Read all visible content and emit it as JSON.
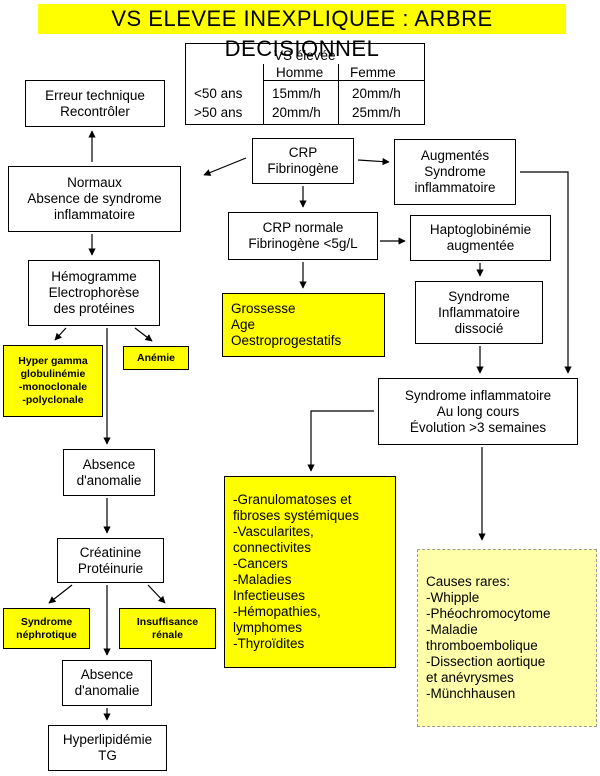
{
  "title": "VS ELEVEE INEXPLIQUEE  : ARBRE DECISIONNEL",
  "vs_table": {
    "heading": "VS élevée",
    "col_homme": "Homme",
    "col_femme": "Femme",
    "rows": [
      {
        "age": "<50 ans",
        "homme": "15mm/h",
        "femme": "20mm/h"
      },
      {
        "age": ">50 ans",
        "homme": "20mm/h",
        "femme": "25mm/h"
      }
    ]
  },
  "boxes": {
    "erreur": [
      "Erreur technique",
      "Recontrôler"
    ],
    "crp": [
      "CRP",
      "Fibrinogène"
    ],
    "augmentes": [
      "Augmentés",
      "Syndrome",
      "inflammatoire"
    ],
    "normaux": [
      "Normaux",
      "Absence de syndrome",
      "inflammatoire"
    ],
    "crp_normale": [
      "CRP normale",
      "Fibrinogène <5g/L"
    ],
    "haptoglobinemie": [
      "Haptoglobinémie",
      "augmentée"
    ],
    "hemogramme": [
      "Hémogramme",
      "Electrophorèse",
      "des protéines"
    ],
    "grossesse": [
      "Grossesse",
      "Age",
      "Oestroprogestatifs"
    ],
    "syndrome_dissocie": [
      "Syndrome",
      "Inflammatoire",
      "dissocié"
    ],
    "hyper_gamma": [
      "Hyper gamma",
      "globulinémie",
      "-monoclonale",
      "-polyclonale"
    ],
    "anemie": [
      "Anémie"
    ],
    "long_cours": [
      "Syndrome inflammatoire",
      "Au long cours",
      "Évolution >3 semaines"
    ],
    "absence1": [
      "Absence",
      "d'anomalie"
    ],
    "granulomatoses": [
      "-Granulomatoses et",
      "fibroses systémiques",
      "-Vascularites,",
      "connectivites",
      "-Cancers",
      "-Maladies",
      "Infectieuses",
      "-Hémopathies,",
      "lymphomes",
      "-Thyroïdites"
    ],
    "creatinine": [
      "Créatinine",
      "Protéinurie"
    ],
    "causes_rares": [
      "Causes rares:",
      "-Whipple",
      "-Phéochromocytome",
      "-Maladie",
      "thromboembolique",
      "-Dissection aortique",
      "et anévrysmes",
      "-Münchhausen"
    ],
    "nephrotique": [
      "Syndrome",
      "néphrotique"
    ],
    "insuffisance": [
      "Insuffisance",
      "rénale"
    ],
    "absence2": [
      "Absence",
      "d'anomalie"
    ],
    "hyperlipidemie": [
      "Hyperlipidémie",
      "TG"
    ]
  },
  "colors": {
    "highlight": "#ffff00",
    "rare_bg": "#ffffaa"
  }
}
